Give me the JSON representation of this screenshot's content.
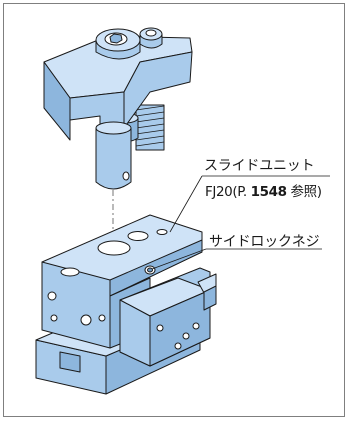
{
  "callouts": {
    "slide_unit": "スライドユニット",
    "reference": {
      "prefix": "FJ20(P. ",
      "page": "1548",
      "suffix": " 参照)"
    },
    "side_lock_screw": "サイドロックネジ"
  },
  "colors": {
    "part_top": "#cfe3f7",
    "part_front": "#a9cbeb",
    "part_side": "#8db6dd",
    "outline": "#1a1a1a",
    "hole": "#6d98c3"
  }
}
